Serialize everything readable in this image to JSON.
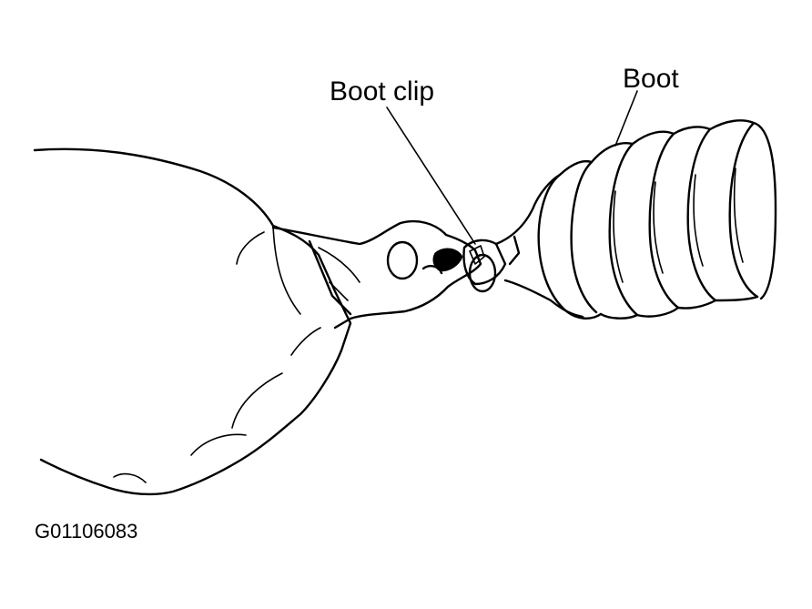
{
  "labels": {
    "boot_clip": "Boot clip",
    "boot": "Boot"
  },
  "figure_code": "G01106083",
  "colors": {
    "ink": "#000000",
    "background": "#ffffff"
  }
}
